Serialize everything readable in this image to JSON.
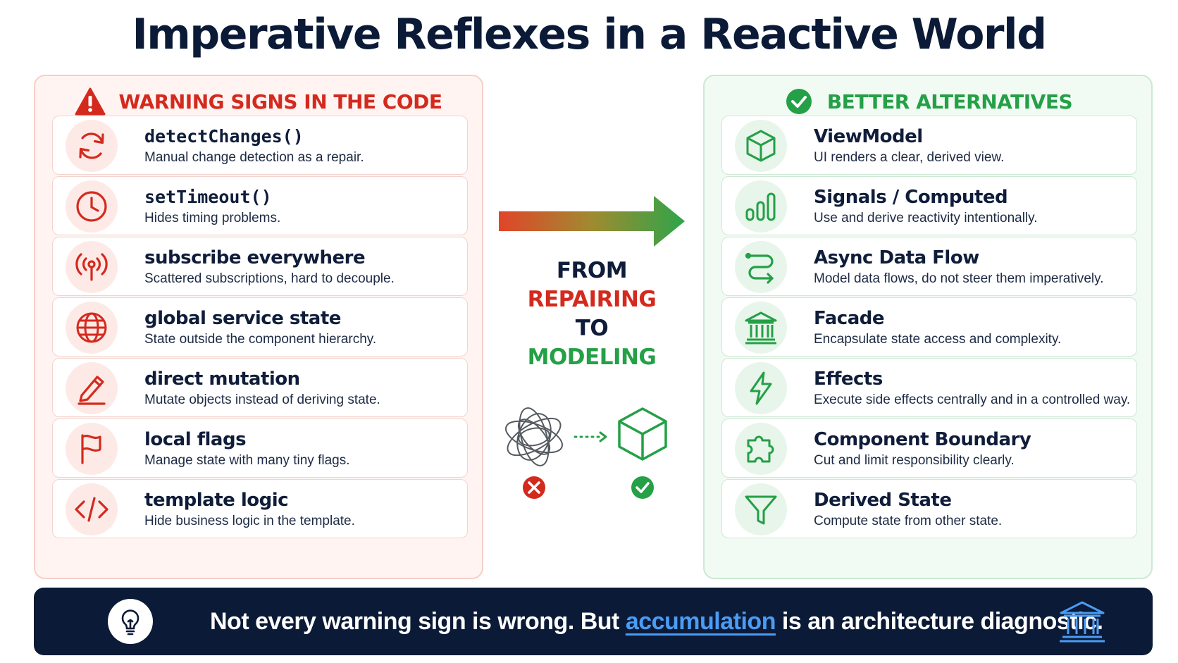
{
  "title": "Imperative Reflexes in a Reactive World",
  "colors": {
    "warning": "#d42a1e",
    "success": "#24a046",
    "navy": "#0b1a36",
    "highlight": "#4a9cf5"
  },
  "warning": {
    "icon": "warning-triangle-icon",
    "heading": "WARNING SIGNS IN THE CODE",
    "items": [
      {
        "icon": "refresh-icon",
        "title": "detectChanges()",
        "desc": "Manual change detection as a repair."
      },
      {
        "icon": "clock-icon",
        "title": "setTimeout()",
        "desc": "Hides timing problems."
      },
      {
        "icon": "broadcast-icon",
        "title": "subscribe everywhere",
        "desc": "Scattered subscriptions, hard to decouple."
      },
      {
        "icon": "globe-icon",
        "title": "global service state",
        "desc": "State outside the component hierarchy."
      },
      {
        "icon": "pencil-icon",
        "title": "direct mutation",
        "desc": "Mutate objects instead of deriving state."
      },
      {
        "icon": "flag-icon",
        "title": "local flags",
        "desc": "Manage state with many tiny flags."
      },
      {
        "icon": "code-icon",
        "title": "template logic",
        "desc": "Hide business logic in the template."
      }
    ]
  },
  "better": {
    "icon": "check-circle-icon",
    "heading": "BETTER ALTERNATIVES",
    "items": [
      {
        "icon": "cube-icon",
        "title": "ViewModel",
        "desc": "UI renders a clear, derived view."
      },
      {
        "icon": "bar-chart-icon",
        "title": "Signals / Computed",
        "desc": "Use and derive reactivity intentionally."
      },
      {
        "icon": "flow-icon",
        "title": "Async Data Flow",
        "desc": "Model data flows, do not steer them imperatively."
      },
      {
        "icon": "bank-icon",
        "title": "Facade",
        "desc": "Encapsulate state access and complexity."
      },
      {
        "icon": "lightning-icon",
        "title": "Effects",
        "desc": "Execute side effects centrally and in a controlled way."
      },
      {
        "icon": "puzzle-icon",
        "title": "Component Boundary",
        "desc": "Cut and limit responsibility clearly."
      },
      {
        "icon": "funnel-icon",
        "title": "Derived State",
        "desc": "Compute state from other state."
      }
    ]
  },
  "center": {
    "line1": "FROM",
    "line2": "REPAIRING",
    "line3": "TO",
    "line4": "MODELING"
  },
  "banner": {
    "part1": "Not every warning sign is wrong.  But ",
    "highlight": "accumulation",
    "part2": " is an architecture diagnostic."
  }
}
